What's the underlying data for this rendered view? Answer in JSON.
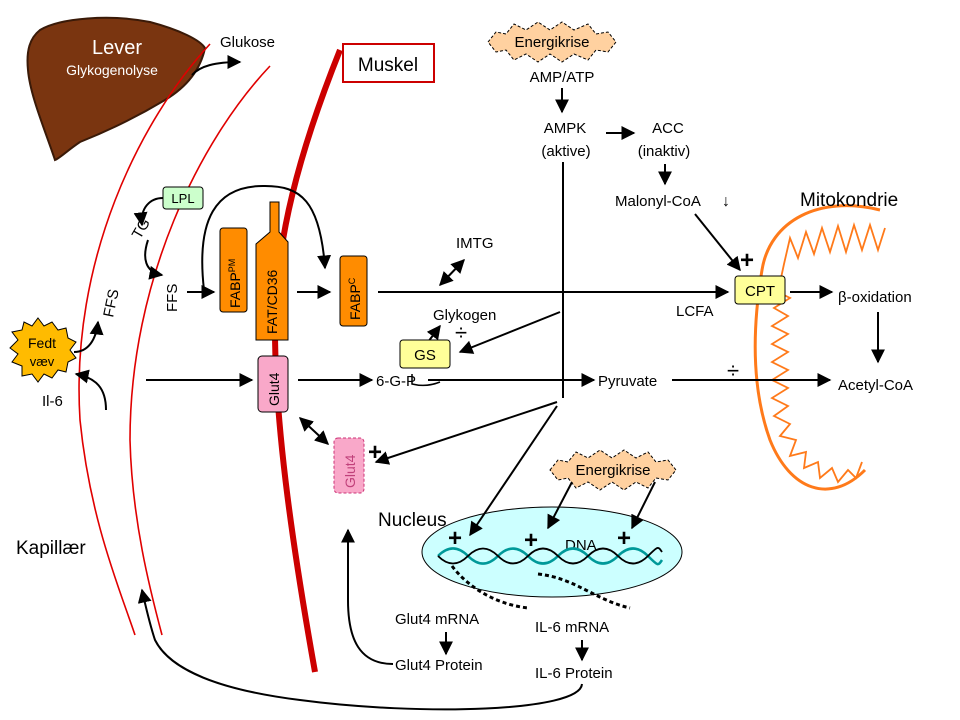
{
  "liver": {
    "title": "Lever",
    "subtitle": "Glykogenolyse"
  },
  "labels": {
    "glukose": "Glukose",
    "muskel": "Muskel",
    "energikrise_top": "Energikrise",
    "amp_atp": "AMP/ATP",
    "ampk": "AMPK",
    "ampk_state": "(aktive)",
    "acc": "ACC",
    "acc_state": "(inaktiv)",
    "malonyl": "Malonyl-CoA",
    "malonyl_arrow": "↓",
    "mitokondrie": "Mitokondrie",
    "lpl": "LPL",
    "tg": "TG",
    "ffs_cap": "FFS",
    "ffs_mid": "FFS",
    "fabp_pm": "FABP",
    "fabp_pm_sup": "PM",
    "fat_cd36": "FAT/CD36",
    "fabp_c": "FABP",
    "fabp_c_sup": "C",
    "imtg": "IMTG",
    "glykogen": "Glykogen",
    "gs": "GS",
    "cpt": "CPT",
    "lcfa": "LCFA",
    "beta_ox": "β-oxidation",
    "fedt": "Fedt",
    "vaev": "væv",
    "il6": "Il-6",
    "glut4_mem": "Glut4",
    "g6p": "6-G-P",
    "pyruvate": "Pyruvate",
    "acetyl": "Acetyl-CoA",
    "glut4_vesicle": "Glut4",
    "nucleus": "Nucleus",
    "dna": "DNA",
    "energikrise_mid": "Energikrise",
    "kapillaer": "Kapillær",
    "glut4_mrna": "Glut4 mRNA",
    "il6_mrna": "IL-6 mRNA",
    "glut4_protein": "Glut4 Protein",
    "il6_protein": "IL-6 Protein"
  },
  "signs": {
    "plus": "+",
    "minus": "÷"
  },
  "colors": {
    "orange_box": "#ff8c00",
    "pink_box": "#f9a8c9",
    "yellow_box": "#ffff99",
    "lpl_box": "#ccffcc",
    "liver": "#7a3510",
    "nucleus_fill": "#ccffff",
    "mito": "#ff7a1a",
    "capillary": "#e00000",
    "muscle_membrane": "#cc0000",
    "burst_fill": "#ffd1a0",
    "dna_teal": "#009999",
    "dna_black": "#000000"
  }
}
